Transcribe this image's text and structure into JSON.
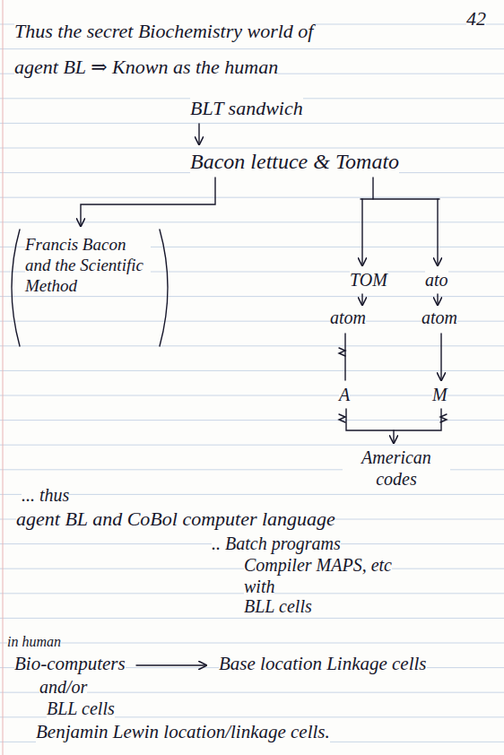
{
  "diagram": {
    "labels": [
      "42",
      "Thus the secret Biochemistry world of",
      "agent BL ⇒ Known as the human",
      "BLT sandwich",
      "Bacon lettuce & Tomato",
      "Francis Bacon and the Scientific Method",
      "TOM",
      "ato",
      "atom",
      "atom",
      "A",
      "M",
      "American codes",
      "... thus",
      "agent BL and CoBol computer language",
      ".. Batch programs",
      "Compiler MAPS, etc",
      "with",
      "BLL cells",
      "in human",
      "Bio-computers",
      "Base location Linkage cells",
      "and/or",
      "BLL cells",
      "Benjamin Lewin location/linkage cells."
    ]
  }
}
